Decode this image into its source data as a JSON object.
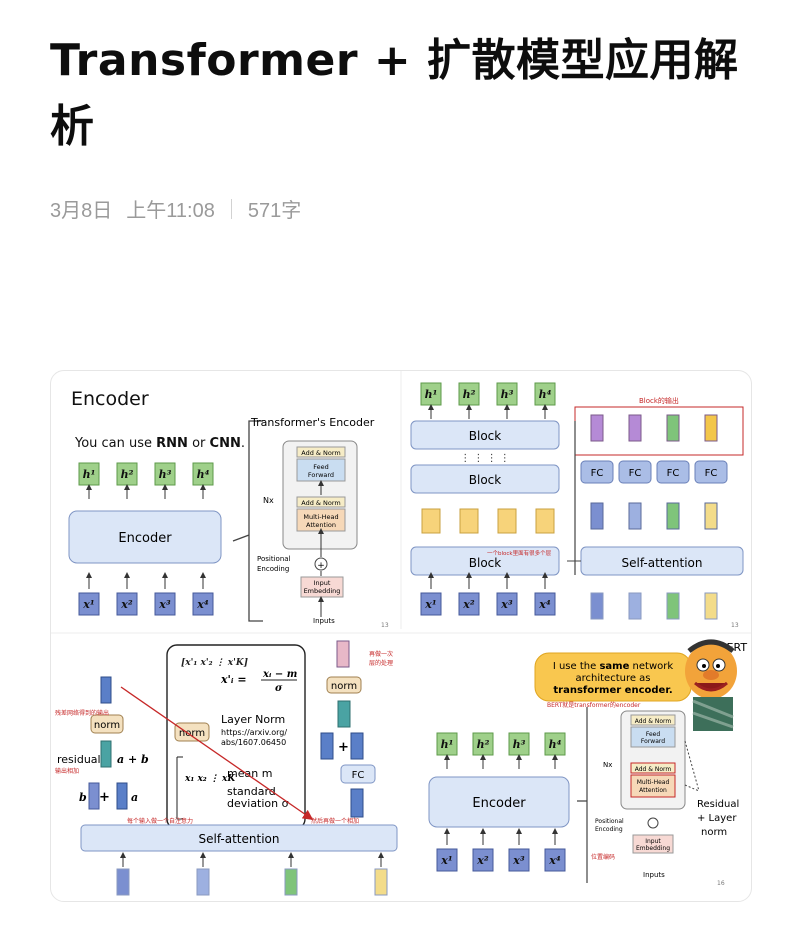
{
  "article": {
    "title": "Transformer + 扩散模型应用解析",
    "date": "3月8日",
    "time": "上午11:08",
    "word_count": "571字"
  },
  "figure": {
    "encoder_title": "Encoder",
    "rnn_note_prefix": "You can use ",
    "rnn_note_rnn": "RNN",
    "rnn_note_or": " or ",
    "rnn_note_cnn": "CNN",
    "rnn_note_suffix": ".",
    "encoder_label": "Encoder",
    "te_title": "Transformer's Encoder",
    "add_norm": "Add & Norm",
    "feed": "Feed",
    "forward": "Forward",
    "multi": "Multi-Head",
    "attention": "Attention",
    "nx": "Nx",
    "positional": "Positional",
    "encoding": "Encoding",
    "input": "Input",
    "embedding": "Embedding",
    "inputs": "Inputs",
    "page_num_1": "13",
    "page_num_2": "16",
    "block": "Block",
    "block_handwritten": "Block的输出",
    "fc": "FC",
    "self_attention": "Self-attention",
    "block_note": "一个block里面有很多个层",
    "norm": "norm",
    "residual": "residual",
    "a_plus_b": "a + b",
    "a": "a",
    "b": "b",
    "plus": "+",
    "ln_formula_lhs": "x'ᵢ =",
    "ln_formula_num": "xᵢ − m",
    "ln_formula_den": "σ",
    "ln_title": "Layer Norm",
    "ln_url1": "https://arxiv.org/",
    "ln_url2": "abs/1607.06450",
    "mean_label": "mean m",
    "std_label1": "standard",
    "std_label2": "deviation σ",
    "bert_label": "BERT",
    "bert_text1": "I use the ",
    "bert_text_same": "same",
    "bert_text2": " network",
    "bert_text3": "architecture as",
    "bert_text4": "transformer encoder.",
    "residual_norm1": "Residual",
    "residual_norm2": "+ Layer",
    "residual_norm3": "norm",
    "h_labels": [
      "h¹",
      "h²",
      "h³",
      "h⁴"
    ],
    "x_labels": [
      "x¹",
      "x²",
      "x³",
      "x⁴"
    ],
    "annotations": {
      "red_note_1": "残差网络得到的输出",
      "red_note_2": "输出相加",
      "red_note_3": "再做一次",
      "red_note_4": "层的处理",
      "red_note_5": "每个输入做一个自注意力",
      "red_note_6": "然后再做一个相加",
      "red_note_7": "BERT就是transformer的encoder",
      "red_note_8": "位置编码"
    }
  },
  "colors": {
    "title": "#0d0d0d",
    "meta": "#9a9a9a",
    "h_box": "#9fd08a",
    "x_box": "#7b8fd0",
    "encoder_box": "#dbe6f7",
    "handwriting": "#c62828"
  }
}
